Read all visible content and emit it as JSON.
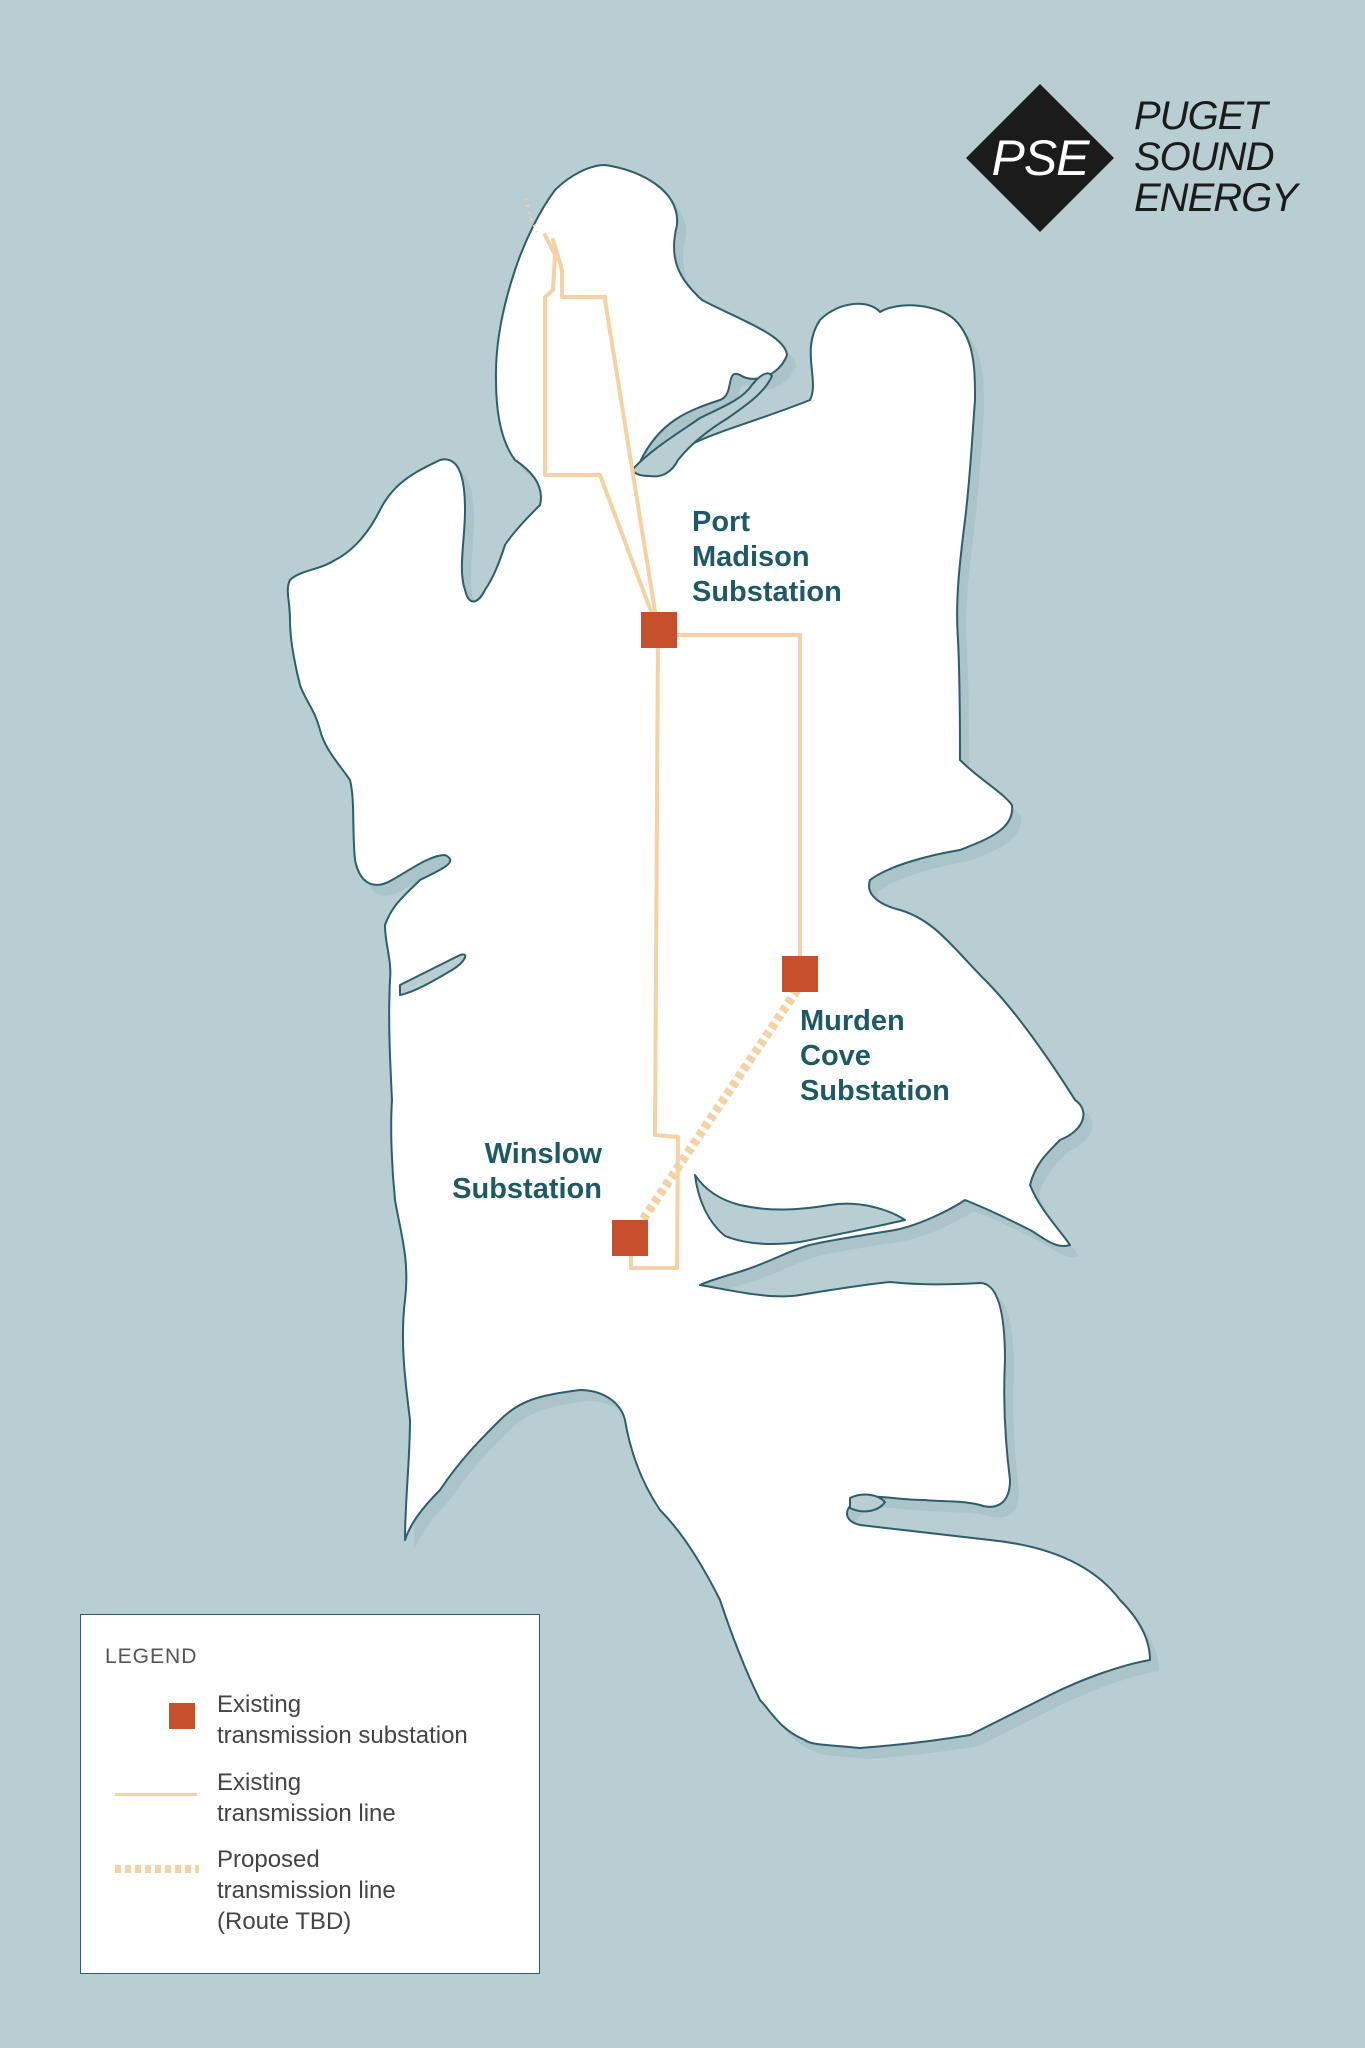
{
  "map": {
    "colors": {
      "water": "#b8ced2",
      "land": "#ffffff",
      "coastline": "#2d5e6a",
      "existing_line": "#f4d2a4",
      "proposed_line": "#f4d2a4",
      "substation": "#c74f2c",
      "station_label": "#1e5a66"
    },
    "substations": [
      {
        "name_lines": [
          "Port",
          "Madison",
          "Substation"
        ]
      },
      {
        "name_lines": [
          "Murden",
          "Cove",
          "Substation"
        ]
      },
      {
        "name_lines": [
          "Winslow",
          "Substation"
        ]
      }
    ]
  },
  "logo": {
    "mark": "PSE",
    "wordmark_lines": [
      "PUGET",
      "SOUND",
      "ENERGY"
    ]
  },
  "legend": {
    "title": "LEGEND",
    "items": [
      {
        "symbol": "square",
        "label_lines": [
          "Existing",
          "transmission substation"
        ]
      },
      {
        "symbol": "solid-line",
        "label_lines": [
          "Existing",
          "transmission line"
        ]
      },
      {
        "symbol": "dotted-line",
        "label_lines": [
          "Proposed",
          "transmission line",
          "(Route TBD)"
        ]
      }
    ]
  }
}
